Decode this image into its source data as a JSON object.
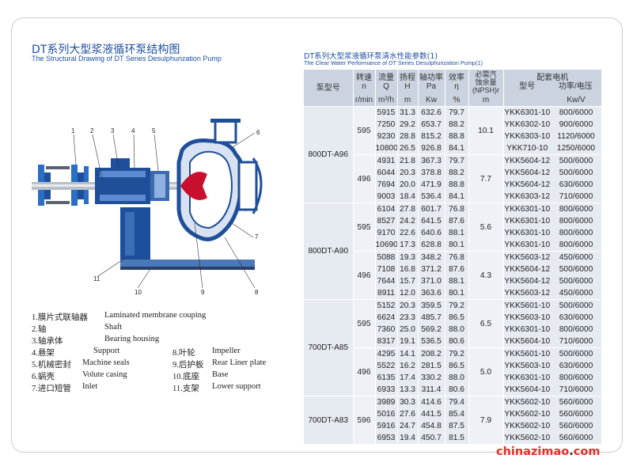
{
  "left": {
    "title": "DT系列大型浆液循环泵结构图",
    "subtitle": "The Structural Drawing of DT Series Desulphurization Pump",
    "callouts": [
      "1",
      "2",
      "3",
      "4",
      "5",
      "6",
      "7",
      "8",
      "9",
      "10",
      "11"
    ],
    "legend": [
      {
        "zh": "1.膜片式联轴器",
        "en": "Laminated membrane couping"
      },
      {
        "zh": "2.轴",
        "en": "Shaft"
      },
      {
        "zh": "3.轴承体",
        "en": "Bearing housing"
      },
      {
        "zh": "4.悬架",
        "en": "Support"
      },
      {
        "zh": "5.机械密封",
        "en": "Machine seals"
      },
      {
        "zh": "6.蜗壳",
        "en": "Volute casing"
      },
      {
        "zh": "7.进口短管",
        "en": "Inlet"
      },
      {
        "zh": "8.叶轮",
        "en": "Impeller"
      },
      {
        "zh": "9.后护板",
        "en": "Rear Liner plate"
      },
      {
        "zh": "10.底座",
        "en": "Base"
      },
      {
        "zh": "11.支架",
        "en": "Lower support"
      }
    ]
  },
  "right": {
    "title": "DT系列大型浆液循环泵清水性能参数(1)",
    "subtitle": "The Clear Water Performance of DT Series Desulphurization Pump(1)",
    "headers": {
      "pump_model": "泵型号",
      "speed": "转速",
      "speed_sym": "n",
      "flow": "流量",
      "flow_sym": "Q",
      "head": "扬程",
      "head_sym": "H",
      "power": "轴功率",
      "power_sym": "Pa",
      "eff": "效率",
      "eff_sym": "η",
      "npsh1": "必需汽",
      "npsh2": "蚀余量",
      "npsh3": "(NPSH)r",
      "motor": "配套电机",
      "motor_model": "型号",
      "motor_power": "功率/电压"
    },
    "units": {
      "speed": "r/min",
      "flow": "m³/h",
      "head": "m",
      "power": "Kw",
      "eff": "%",
      "npsh": "m",
      "motor_power": "Kw/V"
    },
    "pumps": [
      {
        "model": "800DT-A96",
        "groups": [
          {
            "speed": "595",
            "npsh": "10.1",
            "rows": [
              [
                "5915",
                "31.3",
                "632.6",
                "79.7",
                "YKK6301-10",
                "800/6000"
              ],
              [
                "7250",
                "29.2",
                "653.7",
                "88.2",
                "YKK6302-10",
                "900/6000"
              ],
              [
                "9230",
                "28.8",
                "815.2",
                "88.8",
                "YKK6303-10",
                "1120/6000"
              ],
              [
                "10800",
                "26.5",
                "926.8",
                "84.1",
                "YKK710-10",
                "1250/6000"
              ]
            ]
          },
          {
            "speed": "496",
            "npsh": "7.7",
            "rows": [
              [
                "4931",
                "21.8",
                "367.3",
                "79.7",
                "YKK5604-12",
                "500/6000"
              ],
              [
                "6044",
                "20.3",
                "378.8",
                "88.2",
                "YKK5604-12",
                "500/6000"
              ],
              [
                "7694",
                "20.0",
                "471.9",
                "88.8",
                "YKK5604-12",
                "630/6000"
              ],
              [
                "9003",
                "18.4",
                "536.4",
                "84.1",
                "YKK6303-12",
                "710/6000"
              ]
            ]
          }
        ]
      },
      {
        "model": "800DT-A90",
        "groups": [
          {
            "speed": "595",
            "npsh": "5.6",
            "rows": [
              [
                "6104",
                "27.8",
                "601.7",
                "76.8",
                "YKK6301-10",
                "800/6000"
              ],
              [
                "8527",
                "24.2",
                "641.5",
                "87.6",
                "YKK6301-10",
                "800/6000"
              ],
              [
                "9170",
                "22.6",
                "640.6",
                "88.1",
                "YKK6301-10",
                "800/6000"
              ],
              [
                "10690",
                "17.3",
                "628.8",
                "80.1",
                "YKK6301-10",
                "800/6000"
              ]
            ]
          },
          {
            "speed": "496",
            "npsh": "4.3",
            "rows": [
              [
                "5088",
                "19.3",
                "348.2",
                "76.8",
                "YKK5603-12",
                "450/6000"
              ],
              [
                "7108",
                "16.8",
                "371.2",
                "87.6",
                "YKK5604-12",
                "500/6000"
              ],
              [
                "7644",
                "15.7",
                "371.0",
                "88.1",
                "YKK5604-12",
                "500/6000"
              ],
              [
                "8911",
                "12.0",
                "363.6",
                "80.1",
                "YKK5603-12",
                "450/6000"
              ]
            ]
          }
        ]
      },
      {
        "model": "700DT-A85",
        "groups": [
          {
            "speed": "595",
            "npsh": "6.5",
            "rows": [
              [
                "5152",
                "20.3",
                "359.5",
                "79.2",
                "YKK5601-10",
                "500/6000"
              ],
              [
                "6624",
                "23.3",
                "485.7",
                "86.5",
                "YKK5603-10",
                "630/6000"
              ],
              [
                "7360",
                "25.0",
                "569.2",
                "88.0",
                "YKK6301-10",
                "800/6000"
              ],
              [
                "8317",
                "19.1",
                "536.5",
                "80.6",
                "YKK5604-10",
                "710/6000"
              ]
            ]
          },
          {
            "speed": "496",
            "npsh": "5.0",
            "rows": [
              [
                "4295",
                "14.1",
                "208.2",
                "79.2",
                "YKK5601-10",
                "500/6000"
              ],
              [
                "5522",
                "16.2",
                "281.5",
                "86.5",
                "YKK5603-10",
                "630/6000"
              ],
              [
                "6135",
                "17.4",
                "330.2",
                "88.0",
                "YKK6301-10",
                "800/6000"
              ],
              [
                "6933",
                "13.3",
                "311.4",
                "80.6",
                "YKK5604-10",
                "710/6000"
              ]
            ]
          }
        ]
      },
      {
        "model": "700DT-A83",
        "groups": [
          {
            "speed": "596",
            "npsh": "7.9",
            "rows": [
              [
                "3989",
                "30.3",
                "414.6",
                "79.4",
                "YKK5602-10",
                "560/6000"
              ],
              [
                "5016",
                "27.6",
                "441.5",
                "85.4",
                "YKK5602-10",
                "560/6000"
              ],
              [
                "5916",
                "24.7",
                "454.8",
                "87.5",
                "YKK5602-10",
                "560/6000"
              ],
              [
                "6953",
                "19.4",
                "450.7",
                "81.5",
                "YKK5602-10",
                "560/6000"
              ]
            ]
          }
        ]
      }
    ]
  },
  "watermark": {
    "name": "chinazimao",
    "dot": ".",
    "tld": "com"
  },
  "colors": {
    "brand_blue": "#1d4fa0",
    "table_header": "#cbd3e0",
    "table_body": "#e6eaf1",
    "watermark_red": "#e0322a",
    "impeller": "#c8102e"
  }
}
